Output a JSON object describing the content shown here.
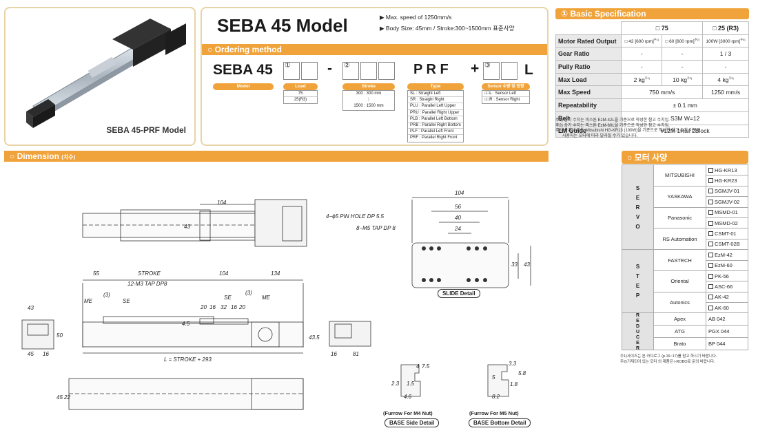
{
  "photo": {
    "caption": "SEBA 45-PRF Model"
  },
  "header": {
    "title": "SEBA 45 Model",
    "features": [
      "Max. speed of 1250mm/s",
      "Body Size: 45mm / Stroke:300~1500mm  표준사양"
    ]
  },
  "ordering": {
    "heading": "○ Ordering method",
    "code_prefix": "SEBA 45",
    "dash": "-",
    "prf": "P R F",
    "plus": "+",
    "suffix": "L",
    "circle1": "①",
    "circle2": "②",
    "circle3": "③",
    "model_label": "Model",
    "load": {
      "label": "Load",
      "options": [
        "75",
        "25(R3)"
      ]
    },
    "stroke": {
      "label": "Stroke",
      "options": [
        "300 : 300 mm",
        "⋮",
        "1500 : 1500 mm"
      ]
    },
    "type": {
      "label": "Type",
      "options": [
        "SL : Straight Left",
        "SR : Straight Right",
        "PLU : Parallel Left Upper",
        "PRU : Parallel Right Upper",
        "PLB : Parallel Left Bottom",
        "PRB : Parallel Right Bottom",
        "PLF : Parallel Left Front",
        "PRF : Parallel Right Front"
      ]
    },
    "sensor": {
      "label": "Sensor 수량 및 방향",
      "options": [
        "□□L : Sensor Left",
        "□□R : Sensor Right"
      ]
    }
  },
  "spec": {
    "heading": "① Basic Specification",
    "col75": "□ 75",
    "col25": "□ 25 (R3)",
    "rows": [
      {
        "label": "Motor Rated Output",
        "a": "□ 42 [600 rpm]",
        "b": "□ 60 [600 rpm]",
        "c": "100W [3000 rpm]",
        "sa": "주1)",
        "sb": "주2)",
        "sc": "주3)"
      },
      {
        "label": "Gear Ratio",
        "a": "-",
        "b": "-",
        "c": "1 / 3"
      },
      {
        "label": "Pully Ratio",
        "a": "-",
        "b": "-",
        "c": "-"
      },
      {
        "label": "Max Load",
        "a": "2 kg",
        "b": "10 kg",
        "c": "4 kg",
        "sa": "주1)",
        "sb": "주2)",
        "sc": "주3)"
      },
      {
        "label": "Max Speed",
        "ab": "750 mm/s",
        "c": "1250 mm/s"
      },
      {
        "label": "Repeatability",
        "all": "± 0.1 mm"
      },
      {
        "label": "Belt",
        "all": "S3M W=12"
      },
      {
        "label": "LM Guide",
        "all": "#12M 1Rail 2Block"
      }
    ],
    "notes": [
      "주1) 상기 수치는 피스톤 EzM-42L을 기준으로 작성한 참고 수치임.",
      "주2) 상기 수치는 피스톤 EzM-60L을 기준으로 작성한 참고 수치임.",
      "주3) 상기 수치는 Mitsubishi HG-KR13 (100W)을 기준으로 작성한 참고 수치 이므로,",
      "      사용하는 모터에 따라 달라질 수가 있습니다."
    ]
  },
  "dimension": {
    "heading": "○ Dimension",
    "sub": "(치수)"
  },
  "motor": {
    "heading": "○ 모터 사양",
    "groups": [
      {
        "name": "S E R V O",
        "brands": [
          {
            "brand": "MITSUBISHI",
            "models": [
              "HG-KR13",
              "HG-KR23"
            ]
          },
          {
            "brand": "YASKAWA",
            "models": [
              "SGMJV-01",
              "SGMJV-02"
            ]
          },
          {
            "brand": "Panasonic",
            "models": [
              "MSMD-01",
              "MSMD-02"
            ]
          },
          {
            "brand": "RS Automation",
            "models": [
              "CSMT-01",
              "CSMT-02B"
            ]
          }
        ]
      },
      {
        "name": "S T E P",
        "brands": [
          {
            "brand": "FASTECH",
            "models": [
              "EzM-42",
              "EzM-60"
            ]
          },
          {
            "brand": "Oriental",
            "models": [
              "PK-56",
              "ASC-66"
            ]
          },
          {
            "brand": "Autonics",
            "models": [
              "AK-42",
              "AK-60"
            ]
          }
        ]
      },
      {
        "name": "R E D U C E R",
        "brands": [
          {
            "brand": "Apex",
            "models": [
              "AB 042"
            ]
          },
          {
            "brand": "ATG",
            "models": [
              "PGX 044"
            ]
          },
          {
            "brand": "Brato",
            "models": [
              "BP 044"
            ]
          }
        ]
      }
    ],
    "notes": [
      "주1)사이즈는 본 카다로그 (p.16~17)를 참고 하시기 바랍니다.",
      "주2)기재되어 있는 모터 외 제품은 i-ROBO로 문의 바랍니다."
    ]
  },
  "drawing": {
    "top_104": "104",
    "top_43": "43",
    "d55": "55",
    "stroke": "STROKE",
    "d104": "104",
    "d134": "134",
    "tap12": "12-M3 TAP DP8",
    "me_l": "ME",
    "three_l": "(3)",
    "se_l": "SE",
    "se_r": "SE",
    "three_r": "(3)",
    "me_r": "ME",
    "d20a": "20",
    "d16a": "16",
    "d32": "32",
    "d16b": "16",
    "d20b": "20",
    "d4_5": "4.5",
    "d43_5": "43.5",
    "lstroke": "L = STROKE + 293",
    "side43": "43",
    "side50": "50",
    "side45": "45",
    "side16": "16",
    "r16": "16",
    "r81": "81",
    "bot45": "45",
    "bot22": "22",
    "sl104": "104",
    "sl56": "56",
    "sl40": "40",
    "sl24": "24",
    "pin": "4−ϕ5 PIN HOLE DP 5.5",
    "m5": "8−M5 TAP DP 8",
    "sl33": "33",
    "sl43": "43",
    "slide_detail": "SLIDE Detail",
    "m4_label": "(Furrow For M4 Nut)",
    "m4_detail": "BASE Side Detail",
    "m5_label": "(Furrow For M5 Nut)",
    "m5_detail": "BASE Bottom Detail",
    "f7_5": "7.5",
    "f4": "4",
    "f2_3": "2.3",
    "f1_5": "1.5",
    "f4_6": "4.6",
    "g3_3": "3.3",
    "g5_8": "5.8",
    "g1_8": "1.8",
    "g5": "5",
    "g8_2": "8.2"
  }
}
